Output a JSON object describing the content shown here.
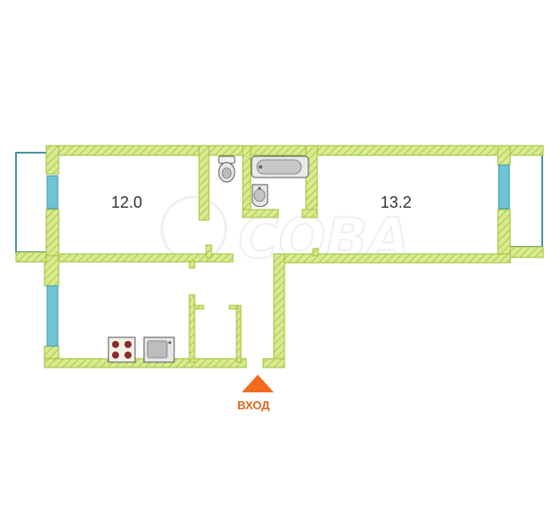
{
  "rooms": {
    "left_room_area": "12.0",
    "right_room_area": "13.2"
  },
  "entrance": {
    "label": "ВХОД"
  },
  "watermark": {
    "text": "СОВА"
  },
  "colors": {
    "wall_fill": "#d9ea94",
    "wall_stroke": "#b3d34a",
    "window": "#6ec3d5",
    "entrance_marker": "#f26b1d"
  },
  "icons": [
    "toilet-icon",
    "bathtub-icon",
    "sink-icon",
    "stove-icon",
    "kitchen-sink-icon"
  ]
}
